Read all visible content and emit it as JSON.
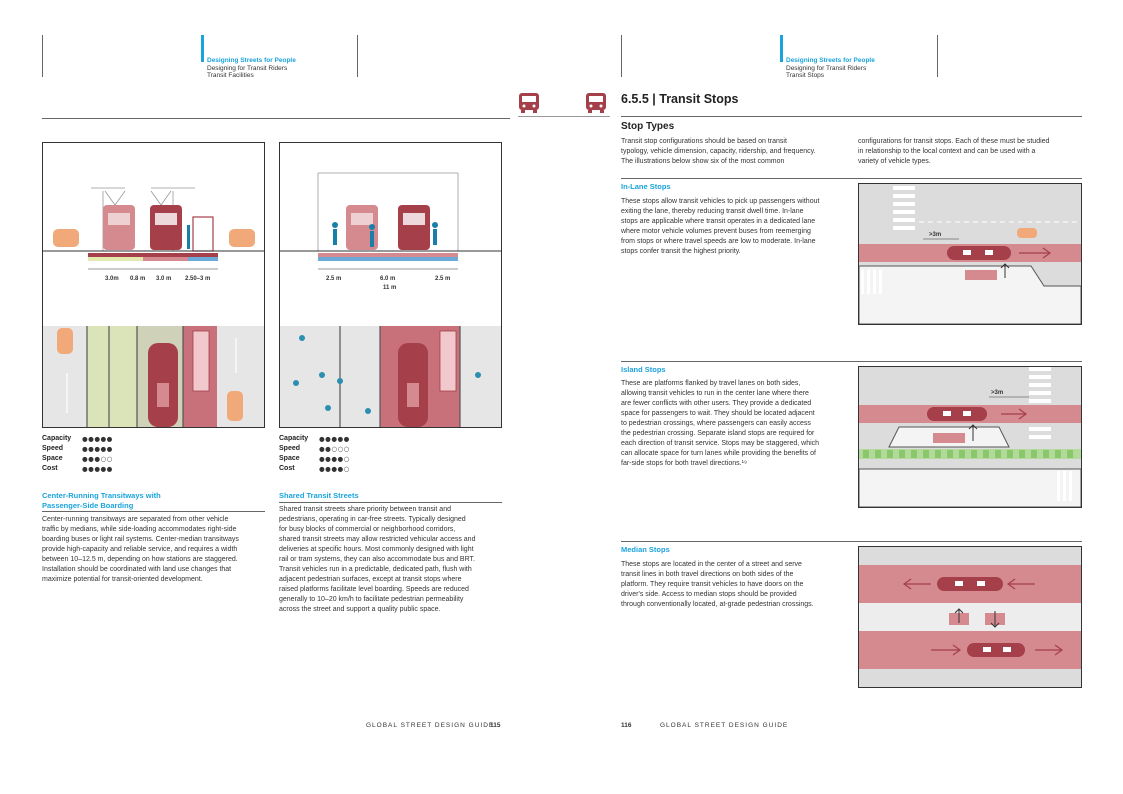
{
  "left": {
    "header": {
      "line1": "Designing Streets for People",
      "line2": "Designing for Transit Riders",
      "line3": "Transit Facilities"
    },
    "fig1": {
      "dims": [
        "3.0m",
        "0.8 m",
        "3.0 m",
        "2.50–3 m"
      ]
    },
    "fig2": {
      "dims": [
        "2.5 m",
        "6.0 m",
        "2.5 m"
      ],
      "total": "11 m"
    },
    "stats1": [
      {
        "label": "Capacity",
        "dots": "●●●●●"
      },
      {
        "label": "Speed",
        "dots": "●●●●●"
      },
      {
        "label": "Space",
        "dots": "●●●○○"
      },
      {
        "label": "Cost",
        "dots": "●●●●●"
      }
    ],
    "stats2": [
      {
        "label": "Capacity",
        "dots": "●●●●●"
      },
      {
        "label": "Speed",
        "dots": "●●○○○"
      },
      {
        "label": "Space",
        "dots": "●●●●○"
      },
      {
        "label": "Cost",
        "dots": "●●●●○"
      }
    ],
    "sec1": {
      "title1": "Center-Running Transitways with",
      "title2": "Passenger-Side Boarding",
      "lines": [
        "Center-running transitways are separated from other vehicle",
        "traffic by medians, while side-loading accommodates right-side",
        "boarding buses or light rail systems. Center-median transitways",
        "provide high-capacity and reliable service, and requires a width",
        "between 10–12.5 m, depending on how stations are staggered.",
        "Installation should be coordinated with land use changes that",
        "maximize potential for transit-oriented development."
      ]
    },
    "sec2": {
      "title": "Shared Transit Streets",
      "lines": [
        "Shared transit streets share priority between transit and",
        "pedestrians, operating in car-free streets. Typically designed",
        "for busy blocks of commercial or neighborhood corridors,",
        "shared transit streets may allow restricted vehicular access and",
        "deliveries at specific hours. Most commonly designed with light",
        "rail or tram systems, they can also accommodate bus and BRT.",
        "Transit vehicles run in a predictable, dedicated path, flush with",
        "adjacent pedestrian surfaces, except at transit stops where",
        "raised platforms facilitate level boarding. Speeds are reduced",
        "generally to 10–20 km/h to facilitate pedestrian permeability",
        "across the street and support a quality public space."
      ]
    },
    "footer": "GLOBAL STREET DESIGN GUIDE",
    "page": "115"
  },
  "right": {
    "header": {
      "line1": "Designing Streets for People",
      "line2": "Designing for Transit Riders",
      "line3": "Transit Stops"
    },
    "title": "6.5.5 | Transit Stops",
    "subtitle": "Stop Types",
    "intro_col1": [
      "Transit stop configurations should be based on transit",
      "typology, vehicle dimension, capacity, ridership, and frequency.",
      "The illustrations below show six of the most common"
    ],
    "intro_col2": [
      "configurations for transit stops. Each of these must be studied",
      "in relationship to the local context and can be used with a",
      "variety of vehicle types."
    ],
    "inlane": {
      "title": "In-Lane Stops",
      "label": ">3m",
      "lines": [
        "These stops allow transit vehicles to pick up passengers without",
        "exiting the lane, thereby reducing transit dwell time. In-lane",
        "stops are applicable where transit operates in a dedicated lane",
        "where motor vehicle volumes prevent buses from reemerging",
        "from stops or where travel speeds are low to moderate. In-lane",
        "stops confer transit the highest priority."
      ]
    },
    "island": {
      "title": "Island Stops",
      "label": ">3m",
      "lines": [
        "These are platforms flanked by travel lanes on both sides,",
        "allowing transit vehicles to run in the center lane where there",
        "are fewer conflicts with other users. They provide a dedicated",
        "space for passengers to wait. They should be located adjacent",
        "to pedestrian crossings, where passengers can easily access",
        "the pedestrian crossing. Separate island stops are required for",
        "each direction of transit service. Stops may be staggered, which",
        "can allocate space for turn lanes while providing the benefits of",
        "far-side stops for both travel directions.¹⁹"
      ]
    },
    "median": {
      "title": "Median Stops",
      "lines": [
        "These stops are located in the center of a street and serve",
        "transit lines in both travel directions on both sides of the",
        "platform. They require transit vehicles to have doors on the",
        "driver's side. Access to median stops should be provided",
        "through conventionally located, at-grade pedestrian crossings."
      ]
    },
    "footer": "GLOBAL STREET DESIGN GUIDE",
    "page": "116"
  },
  "colors": {
    "accent": "#1aa3dc",
    "transit": "#a53f4a",
    "lane": "#d48a8f",
    "car": "#f2a97a"
  }
}
